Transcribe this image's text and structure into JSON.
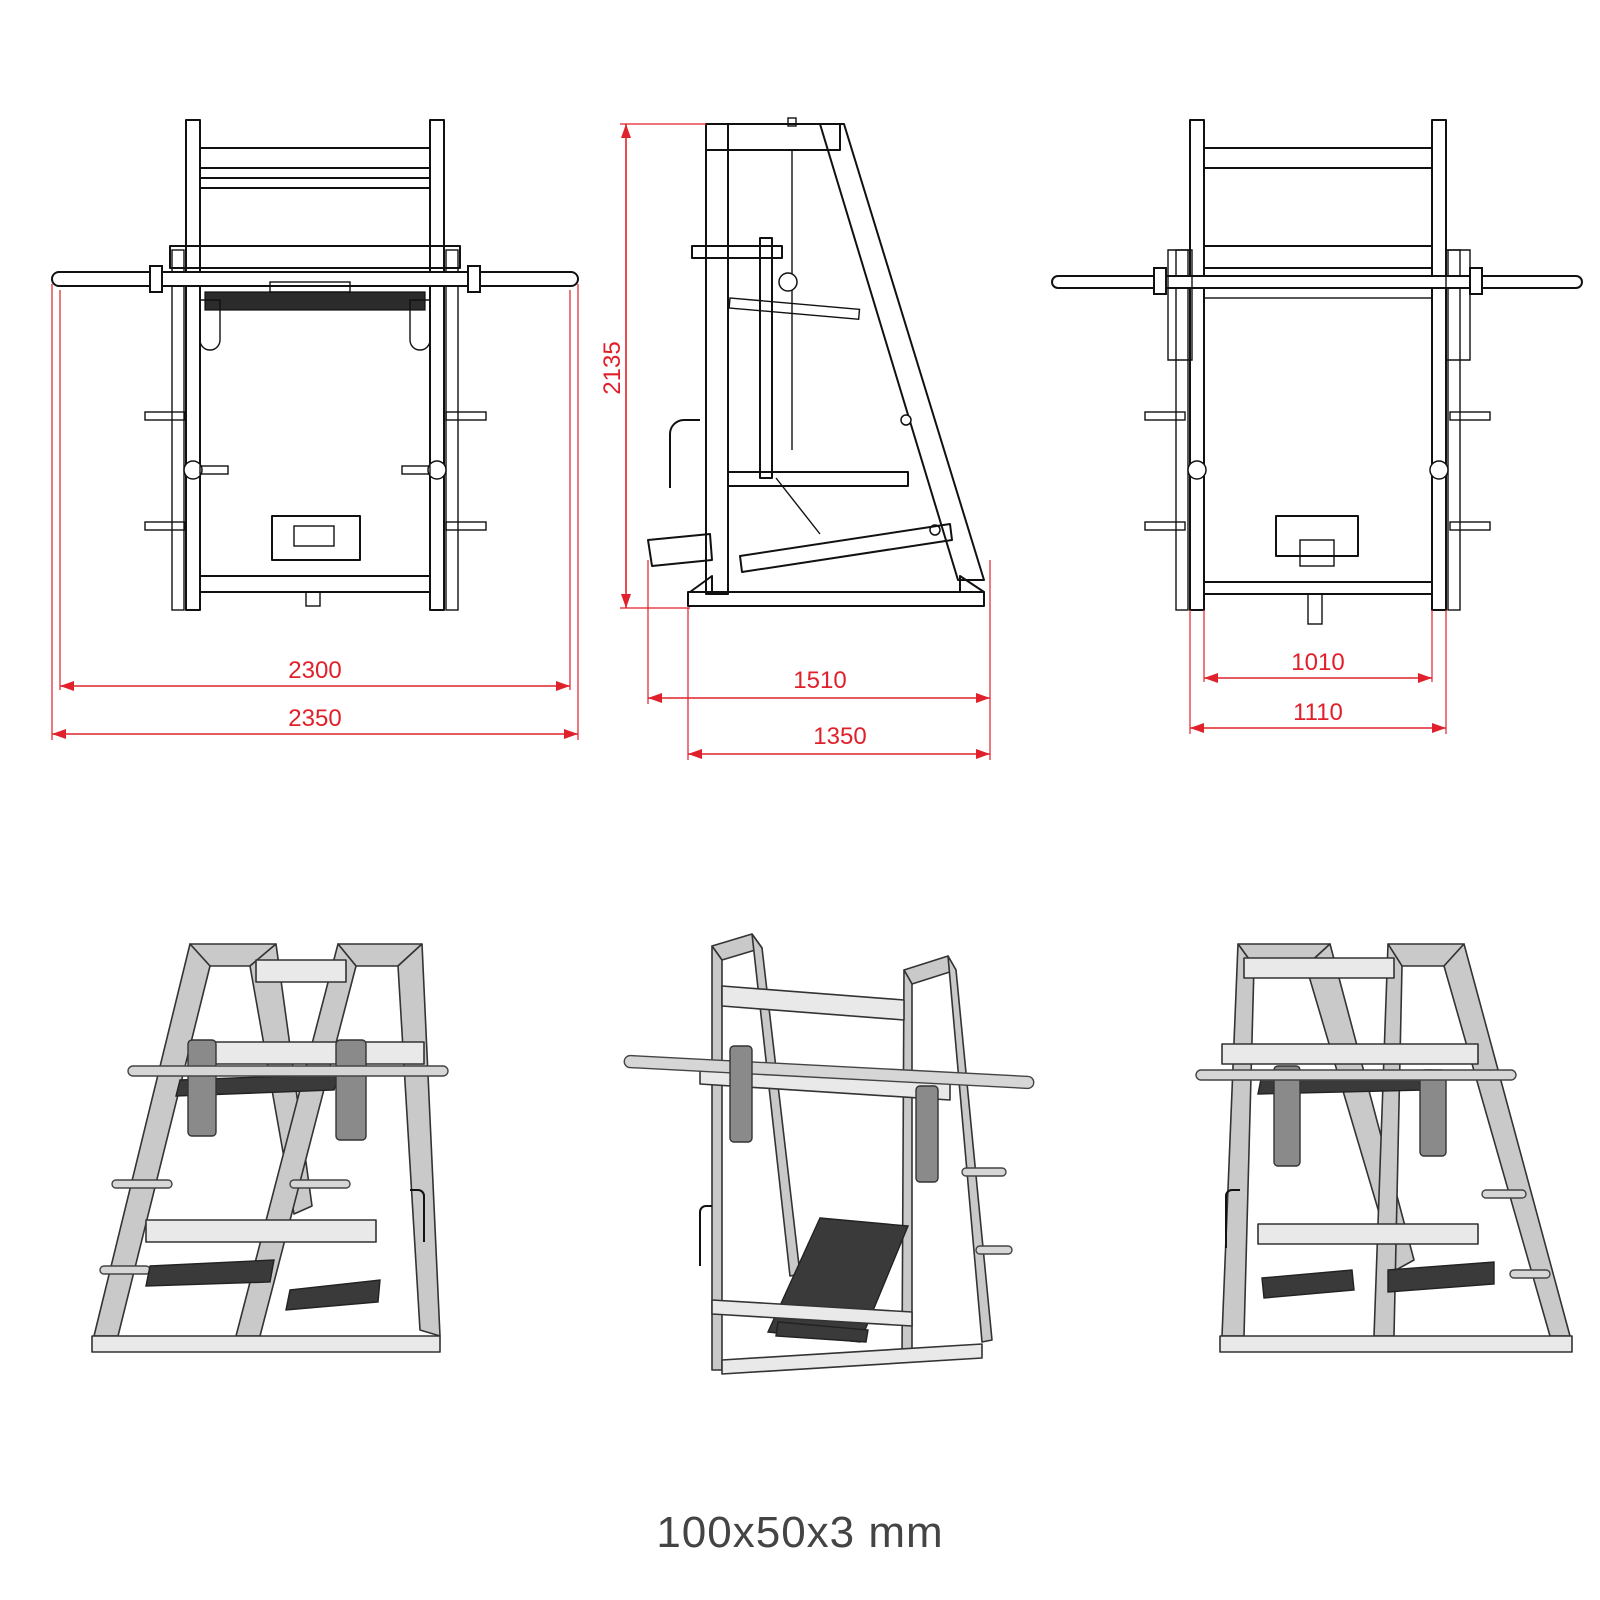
{
  "dimensions": {
    "front_bar_inner": "2300",
    "front_bar_outer": "2350",
    "side_height": "2135",
    "side_depth_total": "1510",
    "side_base": "1350",
    "rear_inner": "1010",
    "rear_outer": "1110"
  },
  "caption": "100x50x3 mm",
  "colors": {
    "dimension": "#e0202a",
    "line": "#111111",
    "iso_fill": "#c9c9c9"
  },
  "icons": [
    "front-view",
    "side-view",
    "rear-view",
    "iso-view-back",
    "iso-view-front",
    "iso-view-side"
  ]
}
